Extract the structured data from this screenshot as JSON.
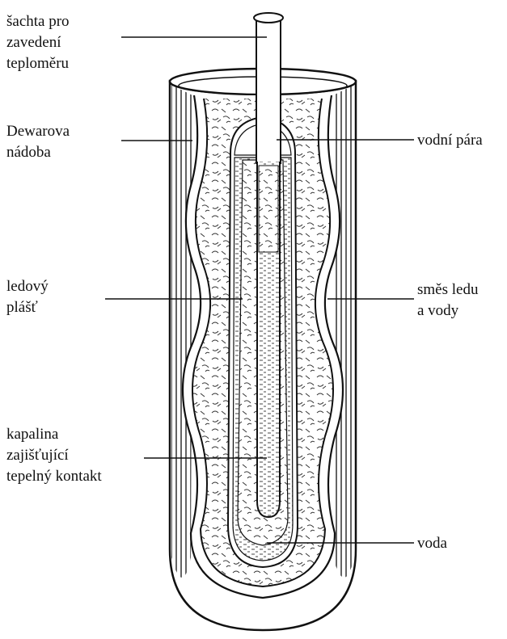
{
  "labels": {
    "shaft": "šachta pro\nzavedení\nteploměru",
    "dewar": "Dewarova\nnádoba",
    "ice_jacket": "ledový\nplášť",
    "contact_liquid": "kapalina\nzajišťující\ntepelný kontakt",
    "vapor": "vodní pára",
    "ice_water_mix": "směs ledu\na vody",
    "water": "voda"
  }
}
